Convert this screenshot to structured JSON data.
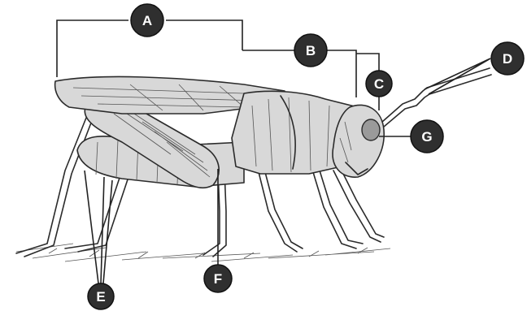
{
  "diagram": {
    "subject": "grasshopper",
    "labels": [
      {
        "id": "A",
        "text": "A"
      },
      {
        "id": "B",
        "text": "B"
      },
      {
        "id": "C",
        "text": "C"
      },
      {
        "id": "D",
        "text": "D"
      },
      {
        "id": "E",
        "text": "E"
      },
      {
        "id": "F",
        "text": "F"
      },
      {
        "id": "G",
        "text": "G"
      }
    ]
  },
  "colors": {
    "badge": "#2f2f2f",
    "badge_text": "#ffffff",
    "ink": "#2b2b2b"
  }
}
